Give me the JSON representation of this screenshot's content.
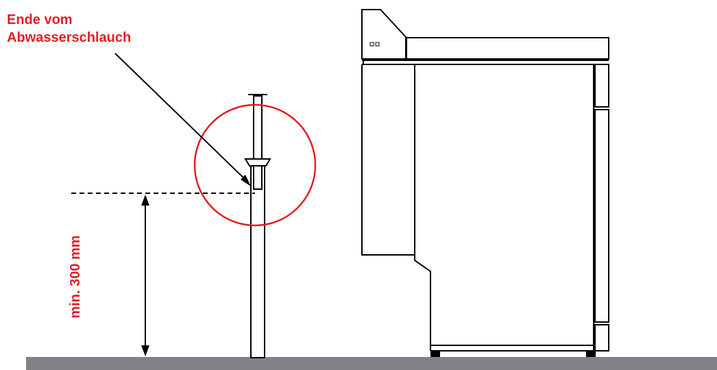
{
  "labels": {
    "hose_end_line1": "Ende vom",
    "hose_end_line2": "Abwasserschlauch",
    "min_height": "min. 300 mm"
  },
  "colors": {
    "accent": "#e31e24",
    "floor": "#808285",
    "line": "#000000"
  }
}
